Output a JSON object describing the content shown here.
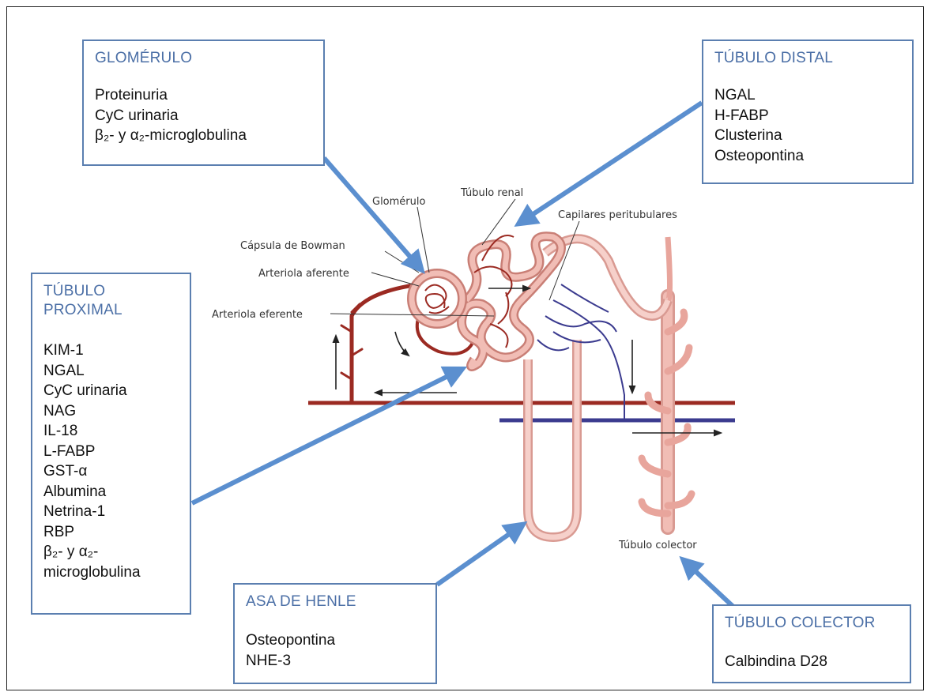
{
  "boxes": {
    "glomerulo": {
      "title": "GLOMÉRULO",
      "items": [
        "Proteinuria",
        "CyC urinaria",
        "β₂- y α₂-microglobulina"
      ]
    },
    "tubulo_distal": {
      "title": "TÚBULO DISTAL",
      "items": [
        "NGAL",
        "H-FABP",
        "Clusterina",
        "Osteopontina"
      ]
    },
    "tubulo_proximal": {
      "title": "TÚBULO PROXIMAL",
      "items": [
        "KIM-1",
        "NGAL",
        "CyC urinaria",
        "NAG",
        "IL-18",
        "L-FABP",
        "GST-α",
        "Albumina",
        "Netrina-1",
        "RBP",
        "β₂- y α₂-microglobulina"
      ]
    },
    "asa_henle": {
      "title": "ASA DE HENLE",
      "items": [
        "Osteopontina",
        "NHE-3"
      ]
    },
    "tubulo_colector": {
      "title": "TÚBULO COLECTOR",
      "items": [
        "Calbindina D28"
      ]
    }
  },
  "labels": {
    "glomerulo": "Glomérulo",
    "tubulo_renal": "Túbulo renal",
    "capilares": "Capilares peritubulares",
    "capsula": "Cápsula de Bowman",
    "arteriola_aferente": "Arteriola aferente",
    "arteriola_eferente": "Arteriola eferente",
    "tubulo_colector": "Túbulo colector"
  },
  "colors": {
    "box_border": "#5b7fb0",
    "box_title": "#4b6fa6",
    "arrow": "#5b8fcf",
    "tubule": "#e8a59c",
    "artery": "#9b2a22",
    "vein": "#3b3b8f"
  }
}
